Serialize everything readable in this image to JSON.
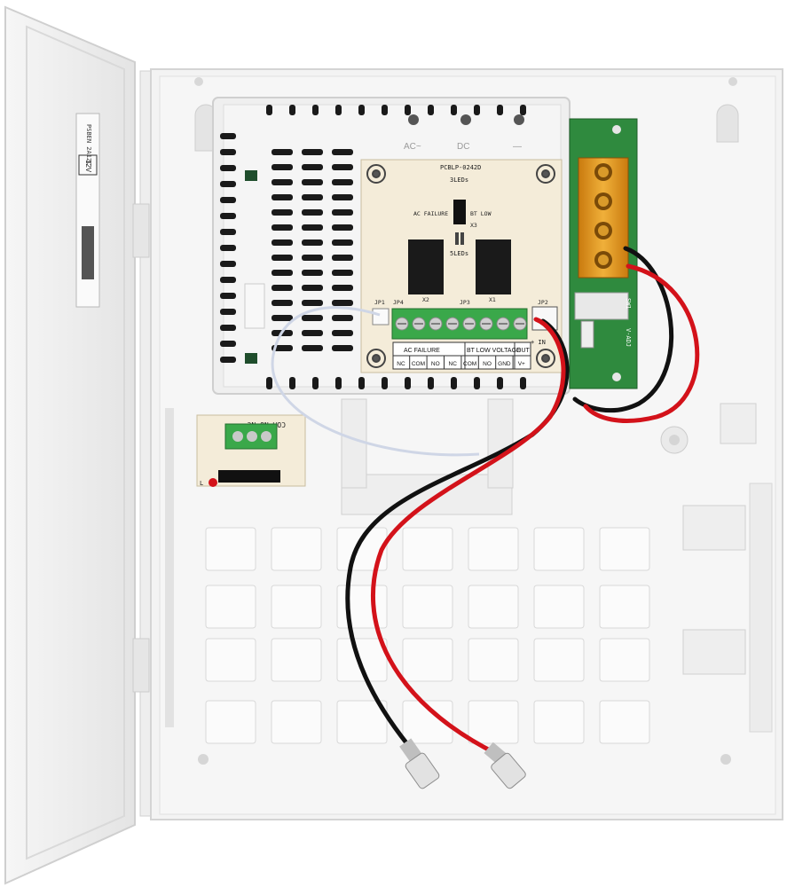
{
  "photo": {
    "colors": {
      "housing": "#f2f2f2",
      "housing_shadow": "#d8d8d8",
      "pcb_beige": "#f4ecd9",
      "pcb_green": "#2f8a3e",
      "terminal_green": "#3aa84a",
      "fuse_orange": "#e39a1a",
      "wire_red": "#d3121a",
      "wire_black": "#111111",
      "wire_white": "#cfd6e6"
    }
  },
  "module_board": {
    "model": "PCBLP-0242D",
    "leds_3": "3LEDs",
    "leds_5": "5LEDs",
    "ac_failure": "AC FAILURE",
    "bt_low": "BT LOW",
    "x3": "X3",
    "x2": "X2",
    "x1": "X1",
    "jp1": "JP1",
    "jp2": "JP2",
    "jp3": "JP3",
    "jp4": "JP4",
    "in_mark": "+ IN",
    "group_ac": "AC FAILURE",
    "group_bt": "BT LOW VOLTAGE",
    "group_out": "OUT",
    "pins": [
      "NC",
      "COM",
      "NO",
      "NC",
      "COM",
      "NO",
      "GND",
      "V+"
    ]
  },
  "tamper_board": {
    "label": "COM NO NC",
    "side": "L"
  },
  "psu_board": {
    "adj": "V-ADJ",
    "aux": "SW1"
  },
  "psu_cover": {
    "marks": [
      "AC~",
      "DC",
      "—"
    ]
  },
  "door_label": {
    "model": "PSBEN 2A12C",
    "voltage": "12V"
  }
}
